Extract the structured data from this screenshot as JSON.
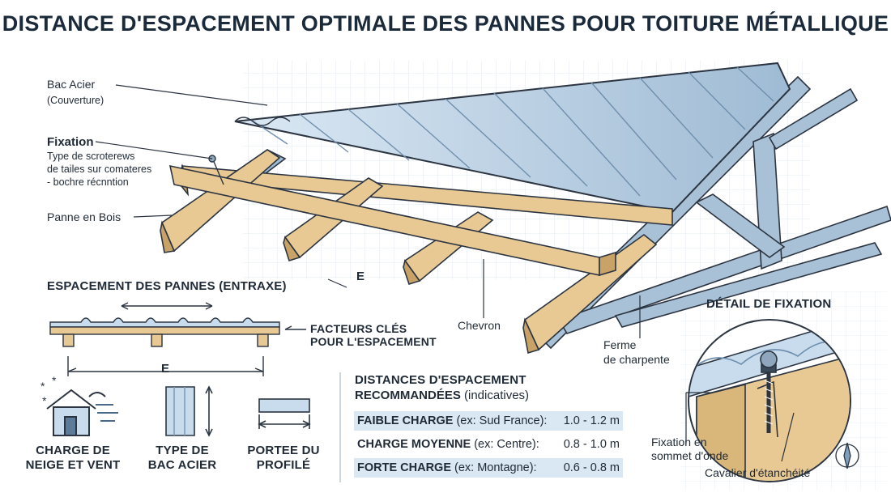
{
  "title": "DISTANCE D'ESPACEMENT OPTIMALE DES PANNES POUR TOITURE MÉTALLIQUE",
  "labels": {
    "bac_acier": "Bac Acier",
    "couverture": "(Couverture)",
    "fixation": "Fixation",
    "fixation_desc": [
      "Type de scroterews",
      "de tailes sur comateres",
      "- bochre récnntion"
    ],
    "panne_bois": "Panne en Bois",
    "chevron": "Chevron",
    "ferme": [
      "Ferme",
      "de charpente"
    ],
    "e_main": "E"
  },
  "espacement": {
    "title": "ESPACEMENT DES PANNES (ENTRAXE)",
    "e_label": "E",
    "facteurs": [
      "FACTEURS CLÉS",
      "POUR L'ESPACEMENT"
    ]
  },
  "factors": [
    {
      "icon": "house-snow-wind-icon",
      "lines": [
        "CHARGE DE",
        "NEIGE ET VENT"
      ]
    },
    {
      "icon": "steel-deck-profile-icon",
      "lines": [
        "TYPE DE",
        "BAC ACIER"
      ]
    },
    {
      "icon": "profile-span-icon",
      "lines": [
        "PORTEE DU",
        "PROFILÉ"
      ]
    }
  ],
  "distances": {
    "title": "DISTANCES D'ESPACEMENT",
    "subtitle_bold": "RECOMMANDÉES",
    "subtitle_rest": " (indicatives)",
    "rows": [
      {
        "name": "FAIBLE CHARGE",
        "detail": " (ex: Sud France):",
        "value": "1.0 - 1.2 m",
        "highlight": true
      },
      {
        "name": "CHARGE MOYENNE",
        "detail": " (ex: Centre):",
        "value": "0.8 - 1.0 m",
        "highlight": false
      },
      {
        "name": "FORTE CHARGE",
        "detail": " (ex: Montagne):",
        "value": "0.6 - 0.8 m",
        "highlight": true
      }
    ]
  },
  "detail": {
    "title": "DÉTAIL DE FIXATION",
    "fixation_label": [
      "Fixation en",
      "sommet d'onde"
    ],
    "cavalier": "Cavalier d'étanchéité"
  },
  "colors": {
    "steel_light": "#c9dced",
    "steel_dark": "#7f9fbd",
    "wood": "#e8c893",
    "wood_dark": "#c8a266",
    "truss": "#a9c1d6",
    "outline": "#2b3440",
    "highlight_row": "#d9e8f3"
  }
}
